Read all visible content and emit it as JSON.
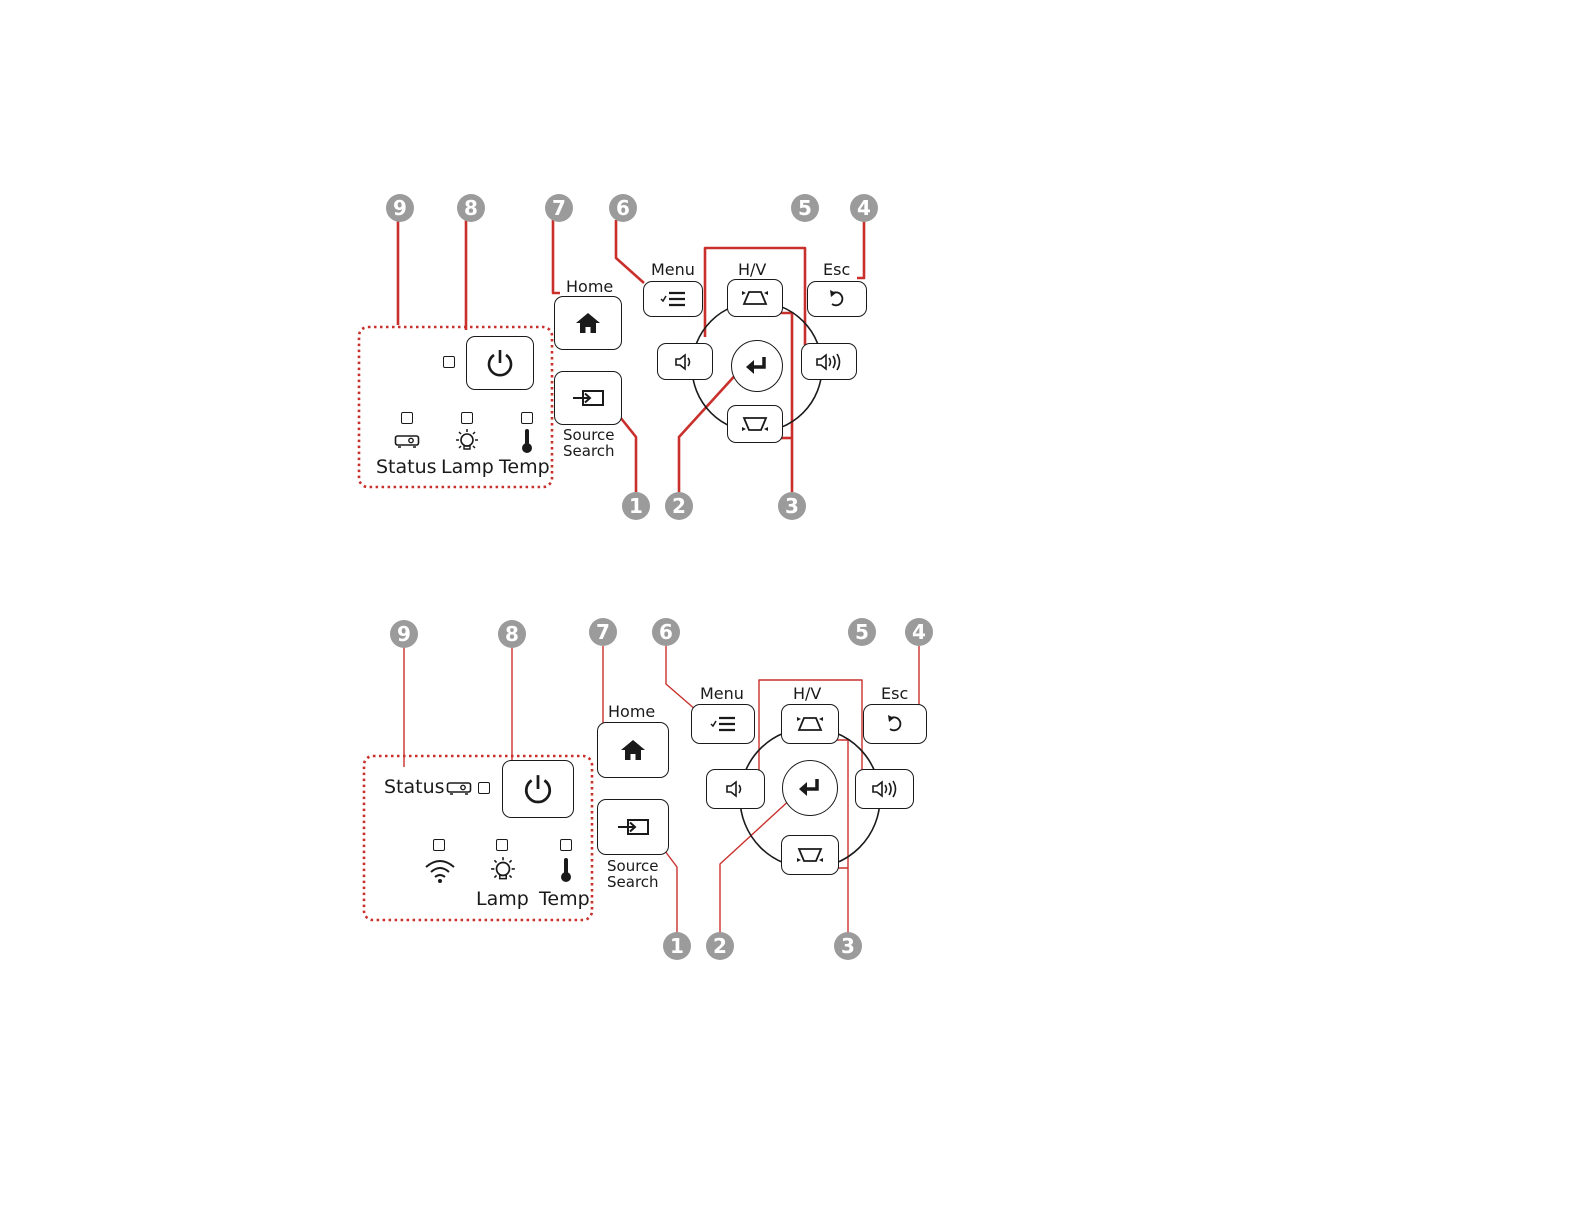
{
  "colors": {
    "callout_line": "#c9302c",
    "badge": "#9b9b9b",
    "stroke": "#1a1a1a"
  },
  "callouts": [
    "1",
    "2",
    "3",
    "4",
    "5",
    "6",
    "7",
    "8",
    "9"
  ],
  "top_panel": {
    "buttons": {
      "home": "Home",
      "menu": "Menu",
      "hv": "H/V",
      "esc": "Esc",
      "source_line1": "Source",
      "source_line2": "Search"
    },
    "indicators": {
      "status": "Status",
      "lamp": "Lamp",
      "temp": "Temp"
    },
    "icons": [
      "power-icon",
      "home-icon",
      "source-search-icon",
      "menu-icon",
      "keystone-up-icon",
      "esc-return-icon",
      "volume-down-icon",
      "volume-up-icon",
      "enter-icon",
      "keystone-down-icon",
      "projector-status-icon",
      "lamp-icon",
      "thermometer-icon"
    ]
  },
  "bottom_panel": {
    "buttons": {
      "home": "Home",
      "menu": "Menu",
      "hv": "H/V",
      "esc": "Esc",
      "source_line1": "Source",
      "source_line2": "Search"
    },
    "indicators": {
      "status": "Status",
      "lamp": "Lamp",
      "temp": "Temp"
    },
    "icons": [
      "power-icon",
      "home-icon",
      "source-search-icon",
      "menu-icon",
      "keystone-up-icon",
      "esc-return-icon",
      "volume-down-icon",
      "volume-up-icon",
      "enter-icon",
      "keystone-down-icon",
      "projector-status-icon",
      "wifi-icon",
      "lamp-icon",
      "thermometer-icon"
    ]
  }
}
